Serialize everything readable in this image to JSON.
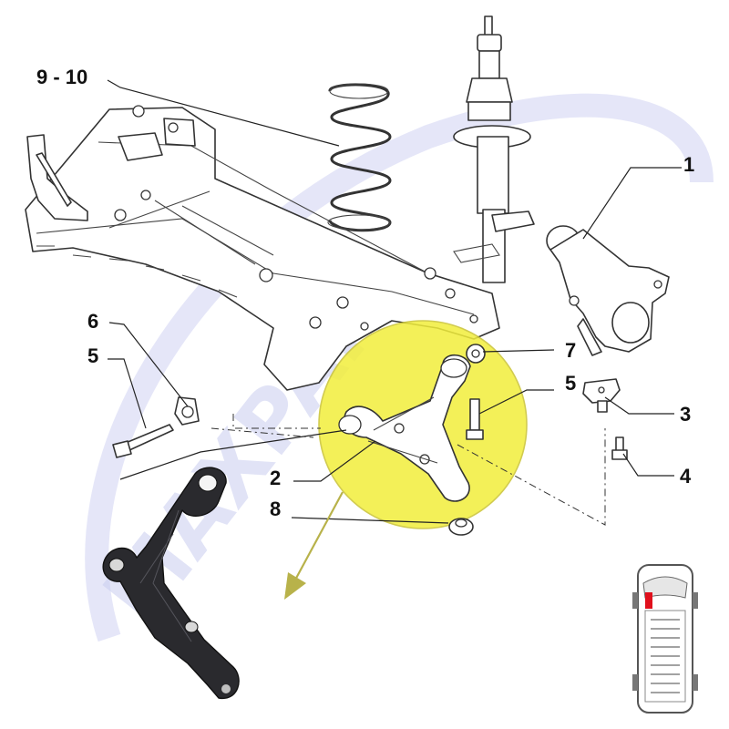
{
  "diagram": {
    "watermark_text": "MAXPAR",
    "colors": {
      "highlight": "#f2ee3c",
      "highlight_edge": "#c9c332",
      "arrow": "#b8b24a",
      "watermark": "#c9cdf0",
      "vehicle_marker": "#e0101c"
    },
    "callouts": [
      {
        "id": "spring",
        "label": "9 - 10"
      },
      {
        "id": "knuckle",
        "label": "1"
      },
      {
        "id": "bushing",
        "label": "6"
      },
      {
        "id": "bolt-left",
        "label": "5"
      },
      {
        "id": "nut",
        "label": "7"
      },
      {
        "id": "bolt-right",
        "label": "5"
      },
      {
        "id": "ball-joint",
        "label": "3"
      },
      {
        "id": "control-arm",
        "label": "2"
      },
      {
        "id": "screw",
        "label": "4"
      },
      {
        "id": "rear-bush",
        "label": "8"
      }
    ],
    "icons": {
      "vehicle": "van-top-view-icon",
      "highlight": "highlight-circle",
      "arrow": "pointer-arrow-icon"
    }
  }
}
